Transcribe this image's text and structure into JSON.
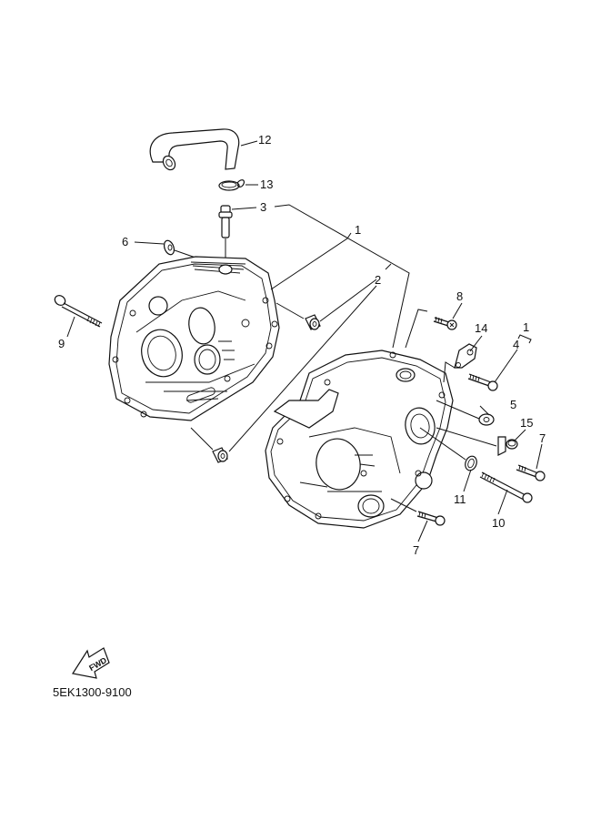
{
  "diagram": {
    "part_code": "5EK1300-9100",
    "direction_arrow": {
      "label": "FWD",
      "icon": "fwd-arrow-icon"
    },
    "callouts": [
      {
        "id": "c1a",
        "label": "1",
        "part": "crankcase-assembly"
      },
      {
        "id": "c2",
        "label": "2",
        "part": "dowel-pin"
      },
      {
        "id": "c3",
        "label": "3",
        "part": "breather-nipple"
      },
      {
        "id": "c4",
        "label": "4",
        "part": "bolt"
      },
      {
        "id": "c1b",
        "label": "1",
        "part": "crankcase-assembly-bracket"
      },
      {
        "id": "c5",
        "label": "5",
        "part": "washer"
      },
      {
        "id": "c6",
        "label": "6",
        "part": "plug"
      },
      {
        "id": "c7a",
        "label": "7",
        "part": "bolt"
      },
      {
        "id": "c7b",
        "label": "7",
        "part": "bolt"
      },
      {
        "id": "c8",
        "label": "8",
        "part": "bolt"
      },
      {
        "id": "c9",
        "label": "9",
        "part": "bolt"
      },
      {
        "id": "c10",
        "label": "10",
        "part": "bolt"
      },
      {
        "id": "c11",
        "label": "11",
        "part": "gasket"
      },
      {
        "id": "c12",
        "label": "12",
        "part": "breather-hose"
      },
      {
        "id": "c13",
        "label": "13",
        "part": "hose-clip"
      },
      {
        "id": "c14",
        "label": "14",
        "part": "bracket"
      },
      {
        "id": "c15",
        "label": "15",
        "part": "clamp"
      }
    ]
  }
}
